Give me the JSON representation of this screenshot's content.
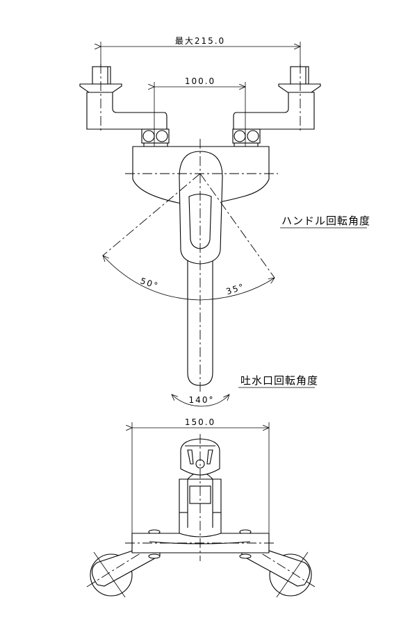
{
  "dimensions": {
    "max_width": "最大215.0",
    "inlet_pitch": "100.0",
    "bottom_width": "150.0"
  },
  "angles": {
    "handle_left": "50°",
    "handle_right": "35°",
    "spout": "140°"
  },
  "labels": {
    "handle_rotation": "ハンドル回転角度",
    "spout_rotation": "吐水口回転角度"
  }
}
